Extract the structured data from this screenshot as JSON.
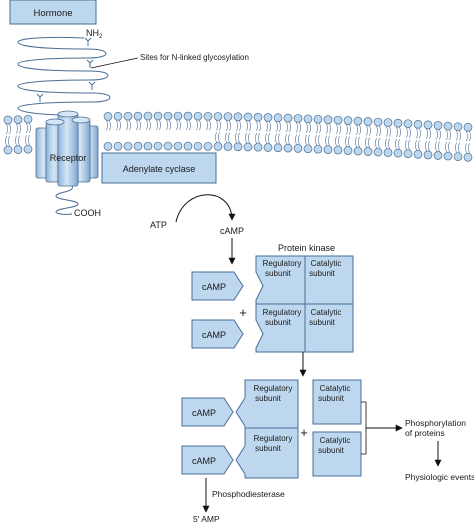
{
  "labels": {
    "hormone": "Hormone",
    "nh2": "NH",
    "nh2_sub": "2",
    "glycosylation": "Sites for N-linked glycosylation",
    "receptor": "Receptor",
    "adenylate_cyclase": "Adenylate cyclase",
    "cooh": "COOH",
    "atp": "ATP",
    "camp": "cAMP",
    "protein_kinase": "Protein kinase",
    "regulatory_1": "Regulatory",
    "regulatory_2": "subunit",
    "catalytic_1": "Catalytic",
    "catalytic_2": "subunit",
    "plus": "+",
    "phosphodiesterase": "Phosphodiesterase",
    "five_amp": "5' AMP",
    "phosphorylation_1": "Phosphorylation",
    "phosphorylation_2": "of proteins",
    "physiologic_events": "Physiologic events"
  },
  "colors": {
    "fill": "#bdd7ee",
    "fill_light": "#d6e6f5",
    "stroke": "#4a6e94",
    "arrow": "#111111"
  }
}
